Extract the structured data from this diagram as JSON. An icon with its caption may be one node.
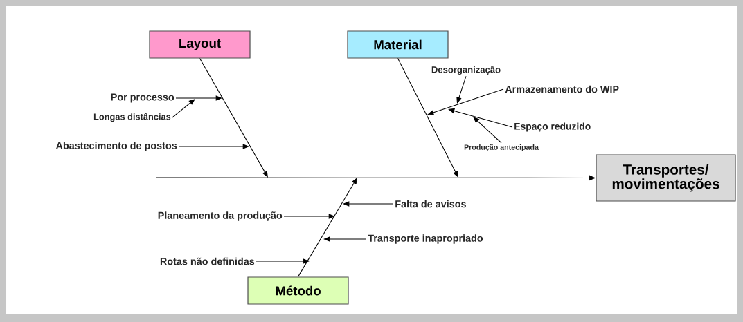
{
  "diagram": {
    "nodes": [
      {
        "text": [
          "Layout"
        ]
      },
      {
        "text": [
          "Material"
        ]
      },
      {
        "text": [
          "Desorganização"
        ]
      },
      {
        "text": [
          "Armazenamento do WIP"
        ]
      },
      {
        "text": [
          "Por processo"
        ]
      },
      {
        "text": [
          "Longas distâncias"
        ]
      },
      {
        "text": [
          "Espaço reduzido"
        ]
      },
      {
        "text": [
          "Abastecimento de postos"
        ]
      },
      {
        "text": [
          "Produção antecipada"
        ]
      },
      {
        "text": [
          "Transportes/ movimentações"
        ]
      },
      {
        "text": [
          "Falta de avisos"
        ]
      },
      {
        "text": [
          "Planeamento da produção"
        ]
      },
      {
        "text": [
          "Transporte inapropriado"
        ]
      },
      {
        "text": [
          "Rotas não definidas"
        ]
      },
      {
        "text": [
          "Método"
        ]
      }
    ],
    "edges": [
      {
        "from": null,
        "to": 9,
        "arrow": "to"
      },
      {
        "from": 0,
        "to": null,
        "arrow": "to"
      },
      {
        "from": 1,
        "to": null,
        "arrow": "to"
      },
      {
        "from": 14,
        "to": null,
        "arrow": "to"
      },
      {
        "from": 4,
        "to": null,
        "arrow": "to"
      },
      {
        "from": 5,
        "to": 4,
        "arrow": "to"
      },
      {
        "from": 7,
        "to": null,
        "arrow": "to"
      },
      {
        "from": 3,
        "to": null,
        "arrow": "to"
      },
      {
        "from": 2,
        "to": null,
        "arrow": "to"
      },
      {
        "from": 6,
        "to": null,
        "arrow": "to"
      },
      {
        "from": 8,
        "to": null,
        "arrow": "to"
      },
      {
        "from": 10,
        "to": null,
        "arrow": "to"
      },
      {
        "from": 11,
        "to": null,
        "arrow": "to"
      },
      {
        "from": 12,
        "to": null,
        "arrow": "to"
      },
      {
        "from": 13,
        "to": null,
        "arrow": "to"
      }
    ]
  }
}
